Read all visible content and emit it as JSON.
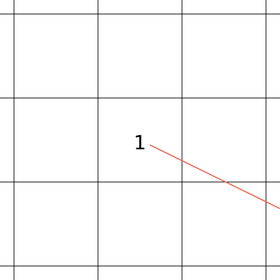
{
  "map": {
    "background_color": "#ffffff",
    "grid_color": "#000000",
    "route_color": "#e8664f",
    "grid": {
      "vertical_lines": 4,
      "horizontal_lines": 4
    },
    "waypoints": [
      {
        "label": "1"
      }
    ]
  }
}
